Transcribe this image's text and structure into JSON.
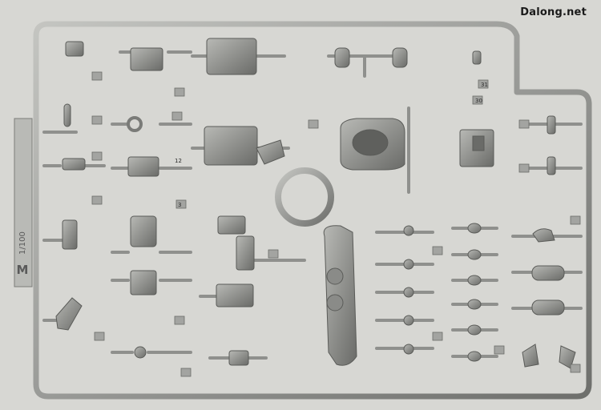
{
  "photo": {
    "watermark": "Dalong.net",
    "runner_tag_letter": "M",
    "runner_tag_scale": "1/100",
    "part_numbers": [
      "31",
      "30",
      "12",
      "3"
    ]
  },
  "colors": {
    "background": "#d7d7d3",
    "plastic": "#9a9b98",
    "plastic_dark": "#6e6f6c",
    "plastic_light": "#c4c5c1"
  }
}
